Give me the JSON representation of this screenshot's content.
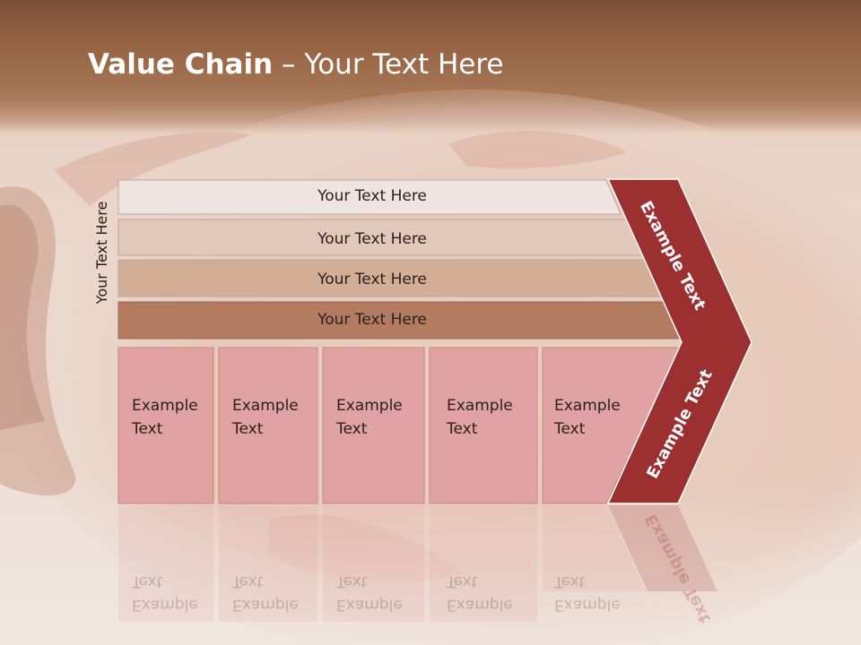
{
  "slide": {
    "title_bold": "Value Chain",
    "title_rest": " – Your Text Here",
    "vertical_label": "Your Text Here"
  },
  "rows": [
    {
      "label": "Your Text Here",
      "color": "#efe4e0"
    },
    {
      "label": "Your Text Here",
      "color": "#e2c8b8"
    },
    {
      "label": "Your Text Here",
      "color": "#d3ae96"
    },
    {
      "label": "Your Text Here",
      "color": "#b37c60"
    }
  ],
  "columns": [
    {
      "line1": "Example",
      "line2": "Text"
    },
    {
      "line1": "Example",
      "line2": "Text"
    },
    {
      "line1": "Example",
      "line2": "Text"
    },
    {
      "line1": "Example",
      "line2": "Text"
    },
    {
      "line1": "Example",
      "line2": "Text"
    }
  ],
  "arrow": {
    "upper_label": "Example Text",
    "lower_label": "Example Text",
    "color": "#9c2f30"
  },
  "colors": {
    "column_fill": "#e0a2a2",
    "column_stroke": "#c78585"
  }
}
